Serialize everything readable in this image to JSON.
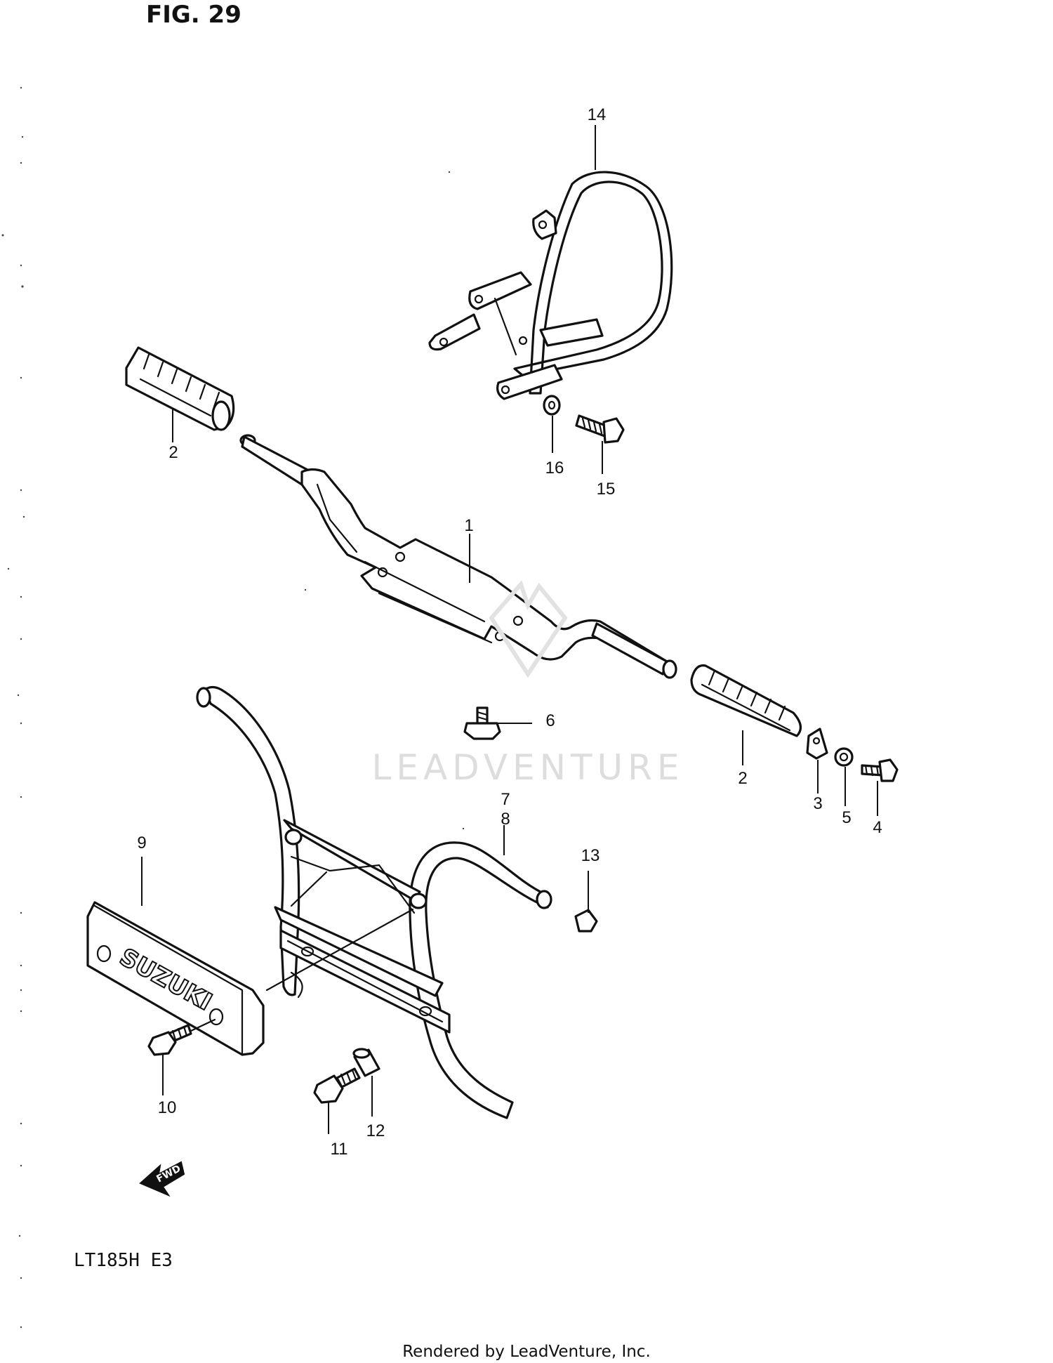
{
  "figure": {
    "title": "FIG. 29",
    "model": "LT185H  E3",
    "credit": "Rendered by LeadVenture, Inc.",
    "watermark": "LEADVENTURE",
    "emblem_text": "SUZUKI",
    "direction_label": "FWD"
  },
  "callouts": {
    "c1": "1",
    "c2a": "2",
    "c2b": "2",
    "c3": "3",
    "c4": "4",
    "c5": "5",
    "c6": "6",
    "c7": "7",
    "c8": "8",
    "c9": "9",
    "c10": "10",
    "c11": "11",
    "c12": "12",
    "c13": "13",
    "c14": "14",
    "c15": "15",
    "c16": "16"
  }
}
